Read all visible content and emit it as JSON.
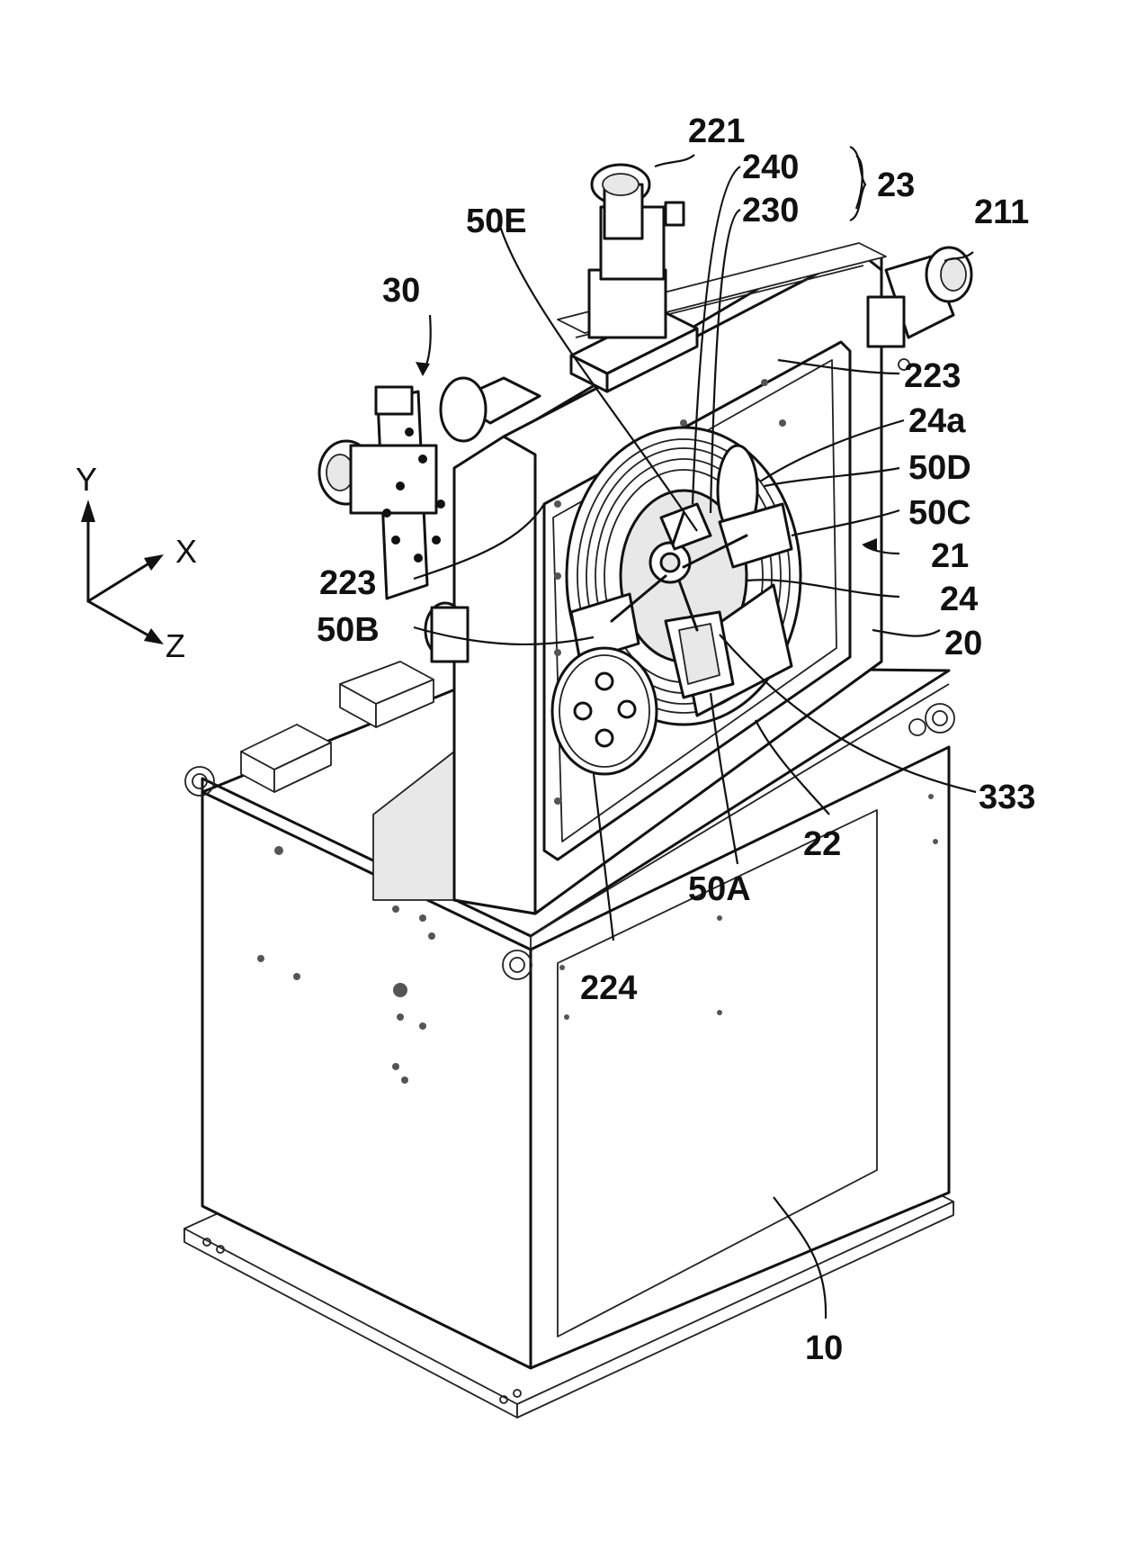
{
  "figure": {
    "labels": {
      "l221": "221",
      "l240": "240",
      "l230": "230",
      "l23": "23",
      "l211": "211",
      "l50E": "50E",
      "l30": "30",
      "l223_top": "223",
      "l24a": "24a",
      "l50D": "50D",
      "l50C": "50C",
      "l21": "21",
      "l223_left": "223",
      "l24": "24",
      "l50B": "50B",
      "l20": "20",
      "l333": "333",
      "l22": "22",
      "l50A": "50A",
      "l224": "224",
      "l10": "10"
    },
    "axes": {
      "y": "Y",
      "x": "X",
      "z": "Z"
    }
  }
}
